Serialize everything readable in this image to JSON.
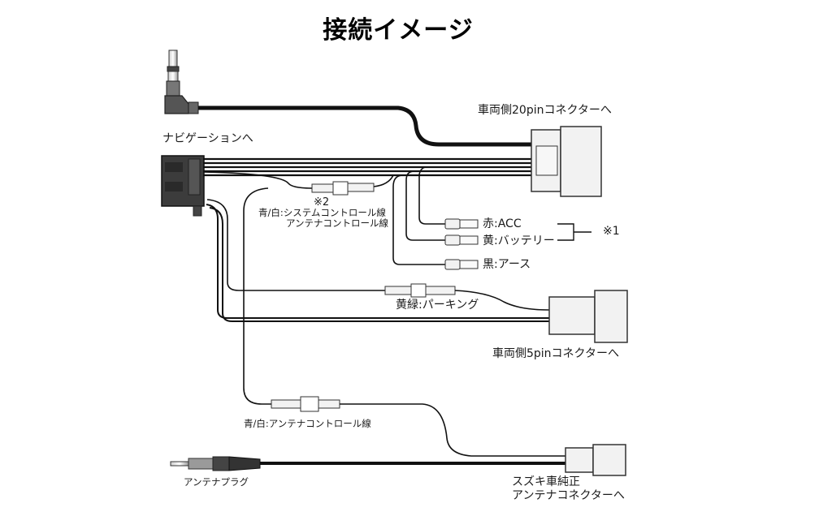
{
  "title": "接続イメージ",
  "labels": {
    "navigation": "ナビゲーションへ",
    "vehicle_20pin": "車両側20pinコネクターへ",
    "acc": "赤:ACC",
    "battery": "黄:バッテリー",
    "ground": "黒:アース",
    "note1_mark": "※1",
    "note2_mark": "※2",
    "system_control_line1": "青/白:システムコントロール線",
    "system_control_line2": "アンテナコントロール線",
    "parking": "黄緑:パーキング",
    "vehicle_5pin": "車両側5pinコネクターへ",
    "antenna_control": "青/白:アンテナコントロール線",
    "antenna_plug": "アンテナプラグ",
    "suzuki_line1": "スズキ車純正",
    "suzuki_line2": "アンテナコネクターへ"
  },
  "colors": {
    "wire": "#111111",
    "connector_fill": "#f2f2f2",
    "connector_stroke": "#333333",
    "nav_connector": "#3a3a3a"
  },
  "icons": {
    "audio_plug": "stereo-mini-plug-icon",
    "antenna_plug": "antenna-plug-icon"
  }
}
